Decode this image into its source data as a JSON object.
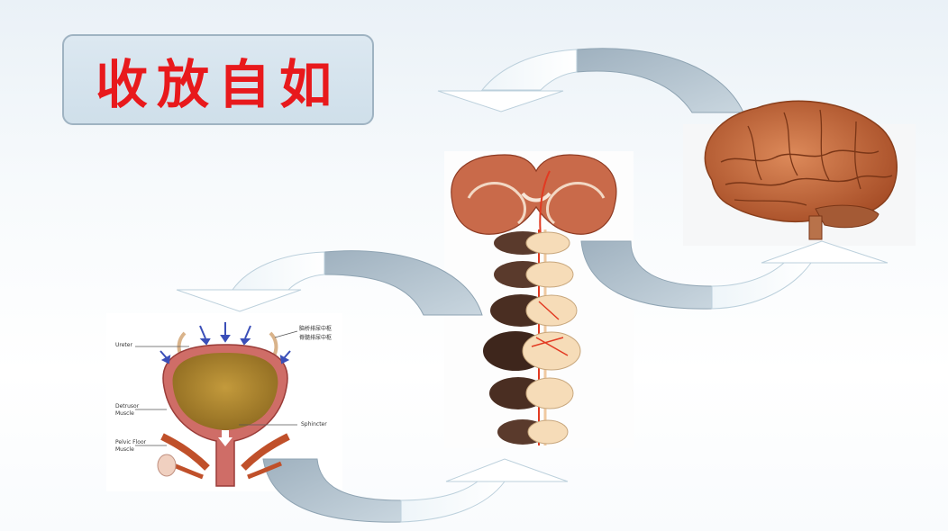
{
  "title": {
    "text": "收放自如"
  },
  "bladder_labels": {
    "top_right_line1": "脑桥排尿中枢",
    "top_right_line2": "脊髓排尿中枢",
    "ureter": "Ureter",
    "detrusor_line1": "Detrusor",
    "detrusor_line2": "Muscle",
    "pelvic_line1": "Pelvic Floor",
    "pelvic_line2": "Muscle",
    "sphincter": "Sphincter"
  },
  "colors": {
    "title_red": "#e8191c",
    "arrow_fill": "#b8c8d4",
    "arrow_light": "#ffffff",
    "brain": "#c8683a",
    "bladder": "#b58a2e"
  }
}
